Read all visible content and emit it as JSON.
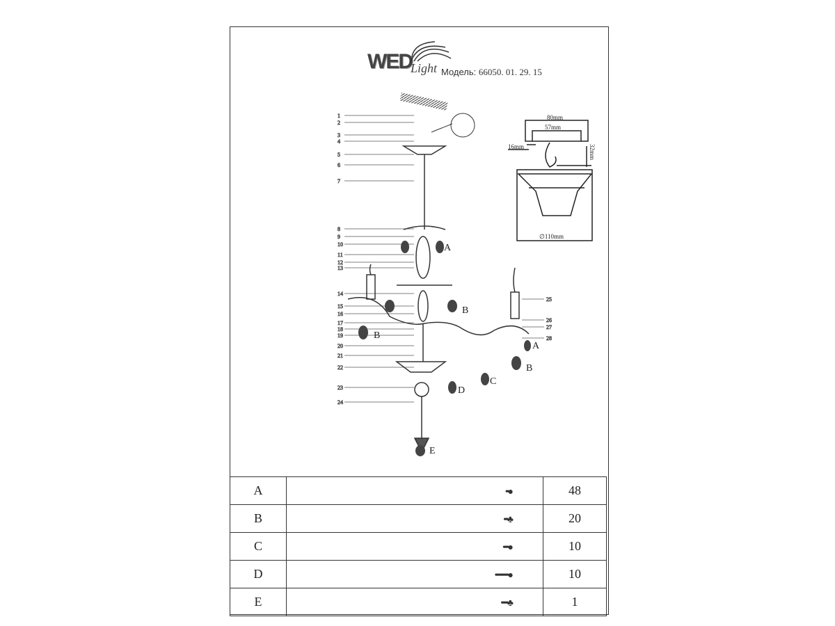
{
  "header": {
    "brand": "WED",
    "brand_sub": "Light",
    "model_label": "Модель:",
    "model_number": "66050. 01. 29. 15"
  },
  "dimensions": {
    "width_outer": "80mm",
    "width_inner": "57mm",
    "offset": "16mm",
    "height": "32mm",
    "diameter": "∅110mm"
  },
  "callouts": [
    "1",
    "2",
    "3",
    "4",
    "5",
    "6",
    "7",
    "8",
    "9",
    "10",
    "11",
    "12",
    "13",
    "14",
    "15",
    "16",
    "17",
    "18",
    "19",
    "20",
    "21",
    "22",
    "23",
    "24",
    "25",
    "26",
    "27",
    "28"
  ],
  "pendant_labels": {
    "a": "A",
    "b": "B",
    "c": "C",
    "d": "D",
    "e": "E"
  },
  "parts_table": [
    {
      "letter": "A",
      "qty": "48",
      "icon": "pendant-a-icon"
    },
    {
      "letter": "B",
      "qty": "20",
      "icon": "pendant-b-icon"
    },
    {
      "letter": "C",
      "qty": "10",
      "icon": "pendant-c-icon"
    },
    {
      "letter": "D",
      "qty": "10",
      "icon": "pendant-d-icon"
    },
    {
      "letter": "E",
      "qty": "1",
      "icon": "pendant-e-icon"
    }
  ]
}
